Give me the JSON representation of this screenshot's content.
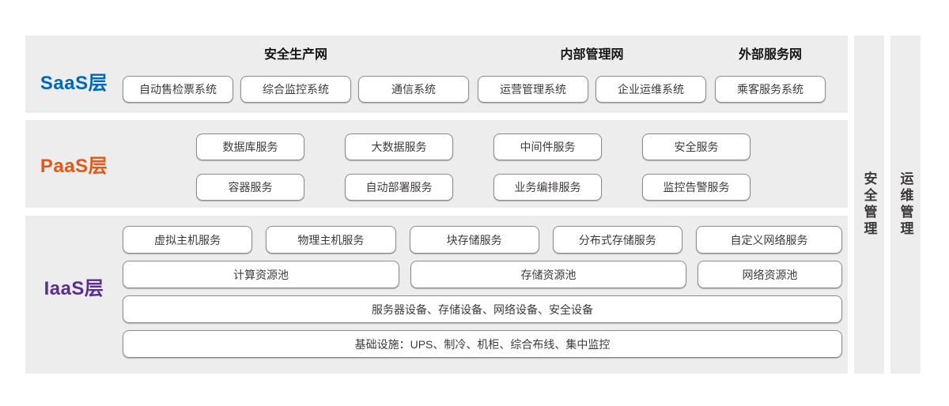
{
  "colors": {
    "saas_accent": "#0068b7",
    "paas_accent": "#ea5514",
    "iaas_accent": "#5b2d90",
    "band_background": "#ededee",
    "node_border": "#8f8b8a",
    "node_text": "#3e3a39",
    "title_text": "#141414"
  },
  "layers": {
    "saas": {
      "label": "SaaS层",
      "groups": [
        {
          "title": "安全生产网",
          "boxes": [
            "自动售检票系统",
            "综合监控系统",
            "通信系统"
          ]
        },
        {
          "title": "内部管理网",
          "boxes": [
            "运营管理系统",
            "企业运维系统"
          ]
        },
        {
          "title": "外部服务网",
          "boxes": [
            "乘客服务系统"
          ]
        }
      ]
    },
    "paas": {
      "label": "PaaS层",
      "rows": [
        [
          "数据库服务",
          "大数据服务",
          "中间件服务",
          "安全服务"
        ],
        [
          "容器服务",
          "自动部署服务",
          "业务编排服务",
          "监控告警服务"
        ]
      ]
    },
    "iaas": {
      "label": "IaaS层",
      "row1": [
        "虚拟主机服务",
        "物理主机服务",
        "块存储服务",
        "分布式存储服务",
        "自定义网络服务"
      ],
      "row2": [
        "计算资源池",
        "存储资源池",
        "网络资源池"
      ],
      "row3": "服务器设备、存储设备、网络设备、安全设备",
      "row4": "基础设施：UPS、制冷、机柜、综合布线、集中监控"
    }
  },
  "side_bars": [
    {
      "label": "安全管理"
    },
    {
      "label": "运维管理"
    }
  ]
}
